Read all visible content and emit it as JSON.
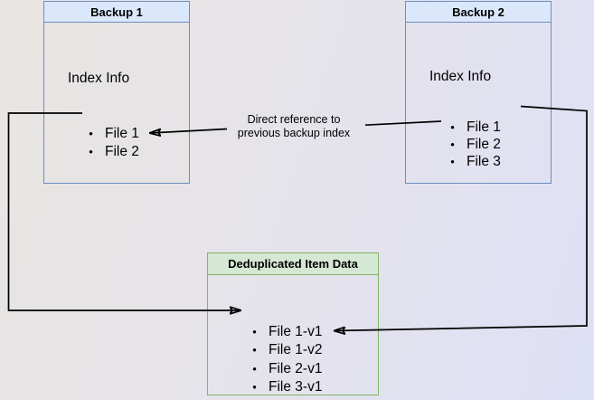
{
  "diagram": {
    "backup1": {
      "title": "Backup 1",
      "index_label": "Index Info",
      "files": [
        "File 1",
        "File 2"
      ]
    },
    "backup2": {
      "title": "Backup 2",
      "index_label": "Index Info",
      "files": [
        "File 1",
        "File 2",
        "File 3"
      ]
    },
    "dedup": {
      "title": "Deduplicated Item Data",
      "items": [
        "File 1-v1",
        "File 1-v2",
        "File 2-v1",
        "File 3-v1"
      ]
    },
    "reference_label": {
      "line1": "Direct reference to",
      "line2": "previous backup index"
    }
  },
  "glyphs": {
    "bullet": "•"
  },
  "colors": {
    "blue_header_fill": "#dbe8fc",
    "blue_stroke": "#6c8ebf",
    "green_header_fill": "#d5e8d4",
    "green_stroke": "#82b366",
    "arrow": "#000000",
    "text": "#000000",
    "background_start": "#e8e5e2",
    "background_end": "#dee0f6"
  }
}
